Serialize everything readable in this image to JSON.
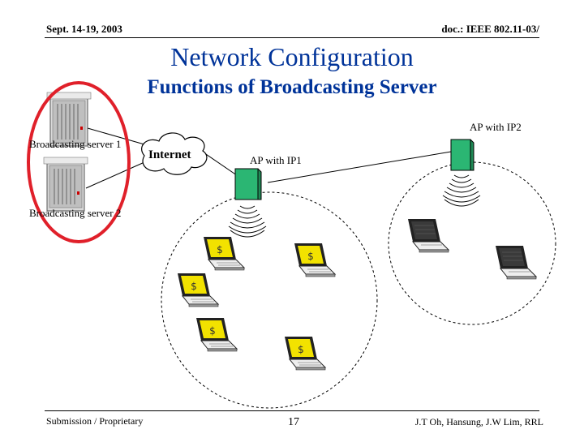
{
  "header": {
    "date": "Sept. 14-19, 2003",
    "doc": "doc.: IEEE 802.11-03/"
  },
  "slide": {
    "title": "Network Configuration",
    "subtitle": "Functions of Broadcasting Server"
  },
  "diagram": {
    "server1_label": "Broadcasting server 1",
    "server2_label": "Broadcasting server 2",
    "internet_label": "Internet",
    "ap1_label": "AP with IP1",
    "ap2_label": "AP with IP2",
    "colors": {
      "highlight": "#e0202a",
      "ap": "#2bb673",
      "client_screen": "#f2e200",
      "other_screen": "#333333",
      "title": "#003399"
    }
  },
  "footer": {
    "left": "Submission / Proprietary",
    "page": "17",
    "right": "J.T Oh, Hansung, J.W Lim, RRL"
  }
}
